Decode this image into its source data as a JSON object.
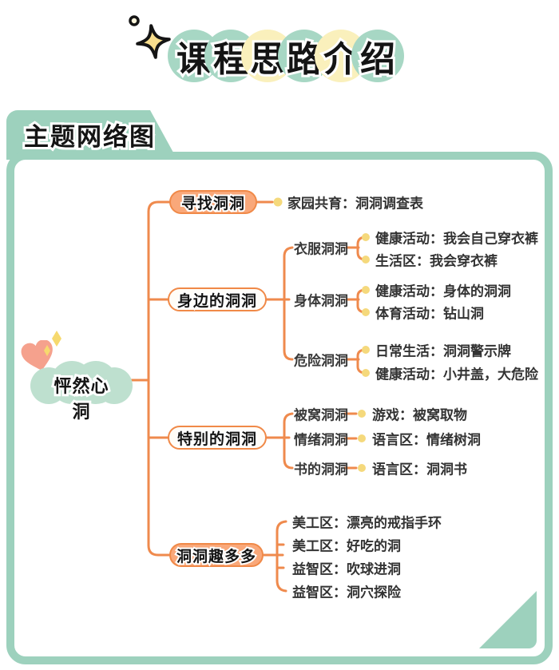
{
  "title": {
    "text": "课程思路介绍",
    "chars": [
      "课",
      "程",
      "思",
      "路",
      "介",
      "绍"
    ]
  },
  "tab": {
    "label": "主题网络图"
  },
  "mindmap": {
    "root": {
      "label": "怦然心洞"
    },
    "branches": [
      {
        "label": "寻找洞洞",
        "variant": "filled",
        "leaves": [
          "家园共育：洞洞调查表"
        ]
      },
      {
        "label": "身边的洞洞",
        "variant": "outline",
        "subnodes": [
          {
            "label": "衣服洞洞",
            "leaves": [
              "健康活动：我会自己穿衣裤",
              "生活区：我会穿衣裤"
            ]
          },
          {
            "label": "身体洞洞",
            "leaves": [
              "健康活动：身体的洞洞",
              "体育活动：钻山洞"
            ]
          },
          {
            "label": "危险洞洞",
            "leaves": [
              "日常生活：洞洞警示牌",
              "健康活动：小井盖，大危险"
            ]
          }
        ]
      },
      {
        "label": "特别的洞洞",
        "variant": "outline",
        "subnodes": [
          {
            "label": "被窝洞洞",
            "leaves": [
              "游戏：被窝取物"
            ]
          },
          {
            "label": "情绪洞洞",
            "leaves": [
              "语言区：情绪树洞"
            ]
          },
          {
            "label": "书的洞洞",
            "leaves": [
              "语言区：洞洞书"
            ]
          }
        ]
      },
      {
        "label": "洞洞趣多多",
        "variant": "filled",
        "leaves": [
          "美工区：漂亮的戒指手环",
          "美工区：好吃的洞",
          "益智区：吹球进洞",
          "益智区：洞穴探险"
        ]
      }
    ]
  },
  "colors": {
    "frame_green": "#9dd1bd",
    "circle_green": "#a7d7c4",
    "circle_yellow": "#faf0bc",
    "cloud_green": "#bee0cf",
    "line_orange": "#ef8a4d",
    "pill_fill": "#f9a87a",
    "pill_border": "#f08948",
    "dot_yellow": "#f5d97c",
    "heart_pink": "#f5a18d",
    "sparkle_yellow": "#f8de8d"
  }
}
